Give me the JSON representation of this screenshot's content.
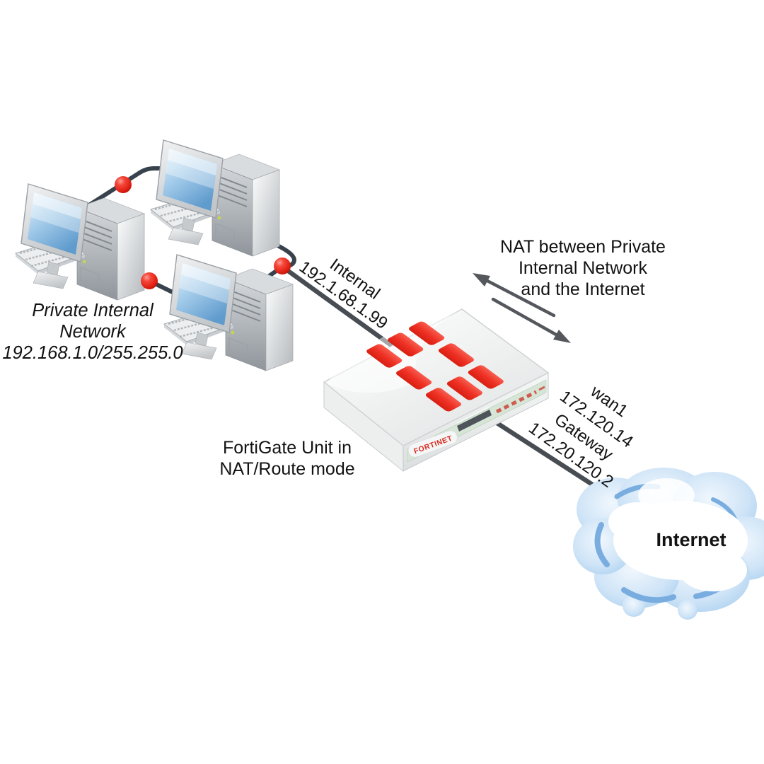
{
  "labels": {
    "private_network": {
      "line1": "Private Internal",
      "line2": "Network",
      "line3": "192.168.1.0/255.255.0"
    },
    "internal_link": {
      "name": "Internal",
      "ip": "192.1.68.1.99"
    },
    "nat_note": {
      "line1": "NAT between Private",
      "line2": "Internal Network",
      "line3": "and the Internet"
    },
    "fortigate_unit": {
      "line1": "FortiGate Unit in",
      "line2": "NAT/Route mode"
    },
    "device_brand": "FORTINET",
    "wan_link": {
      "name": "wan1",
      "ip": "172.120.14",
      "gateway_label": "Gateway",
      "gateway_ip": "172.20.120.2"
    },
    "internet": {
      "label": "Internet"
    }
  },
  "colors": {
    "background": "#ffffff",
    "text": "#121212",
    "lan_line": "#37424c",
    "uplink_line": "#474d53",
    "arrow": "#54585c",
    "connector_dot_red": "#e8281c",
    "fortinet_red": "#ee3124",
    "device_panel_green": "#d6e5d6",
    "cloud_blue": "#b7d7f3",
    "cloud_accent_blue": "#79ade0",
    "screen_blue": "#8cb8e0",
    "metal_silver": "#c9cdd1"
  }
}
